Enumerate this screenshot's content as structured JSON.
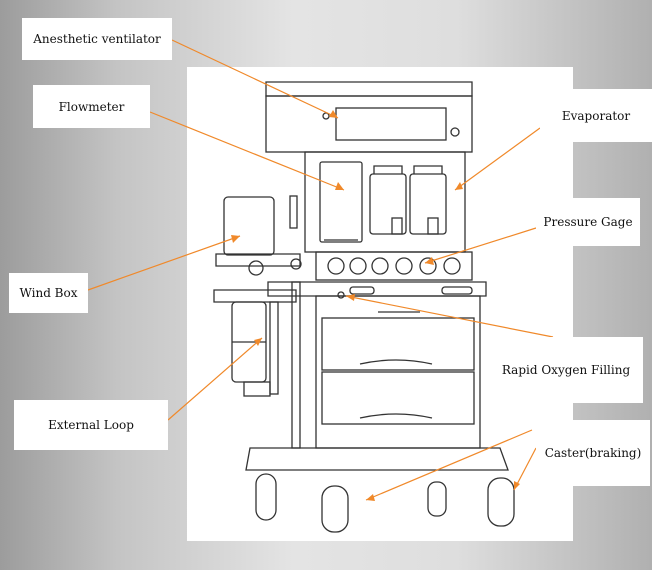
{
  "labels": {
    "anesthetic_ventilator": "Anesthetic ventilator",
    "flowmeter": "Flowmeter",
    "evaporator": "Evaporator",
    "pressure_gage": "Pressure Gage",
    "wind_box": "Wind Box",
    "rapid_oxygen_filling": "Rapid Oxygen Filling",
    "external_loop": "External Loop",
    "caster": "Caster(braking)"
  },
  "colors": {
    "leader_line": "#f0892a",
    "drawing_line": "#333333",
    "panel": "#ffffff"
  }
}
